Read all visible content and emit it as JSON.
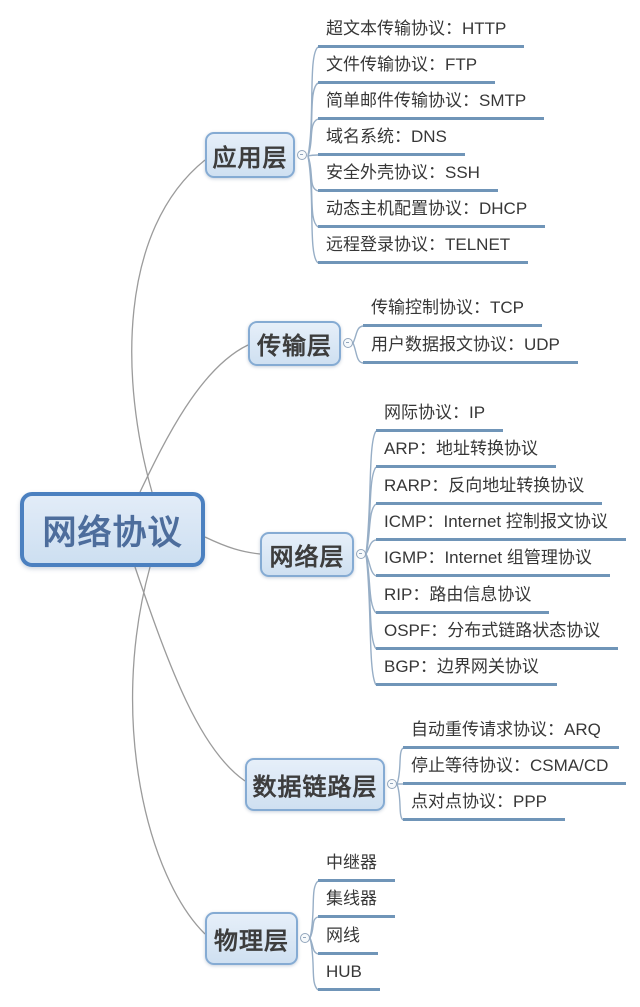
{
  "root": {
    "label": "网络协议"
  },
  "branches": [
    {
      "label": "应用层",
      "children": [
        "超文本传输协议：HTTP",
        "文件传输协议：FTP",
        "简单邮件传输协议：SMTP",
        "域名系统：DNS",
        "安全外壳协议：SSH",
        "动态主机配置协议：DHCP",
        "远程登录协议：TELNET"
      ]
    },
    {
      "label": "传输层",
      "children": [
        "传输控制协议：TCP",
        "用户数据报文协议：UDP"
      ]
    },
    {
      "label": "网络层",
      "children": [
        "网际协议：IP",
        "ARP：地址转换协议",
        "RARP：反向地址转换协议",
        "ICMP：Internet 控制报文协议",
        "IGMP：Internet 组管理协议",
        "RIP：路由信息协议",
        "OSPF：分布式链路状态协议",
        "BGP：边界网关协议"
      ]
    },
    {
      "label": "数据链路层",
      "children": [
        "自动重传请求协议：ARQ",
        "停止等待协议：CSMA/CD",
        "点对点协议：PPP"
      ]
    },
    {
      "label": "物理层",
      "children": [
        "中继器",
        "集线器",
        "网线",
        "HUB"
      ]
    }
  ],
  "colors": {
    "root_border": "#4b80c0",
    "root_fill": "#d5e4f3",
    "root_text": "#4d6d9c",
    "branch_border": "#85abd3",
    "branch_fill": "#d9e7f5",
    "branch_text": "#3d3d3d",
    "leaf_text": "#373737",
    "leaf_underline": "#7095b8",
    "root_connector": "#9b9b9b",
    "leaf_connector": "#97aec6"
  }
}
